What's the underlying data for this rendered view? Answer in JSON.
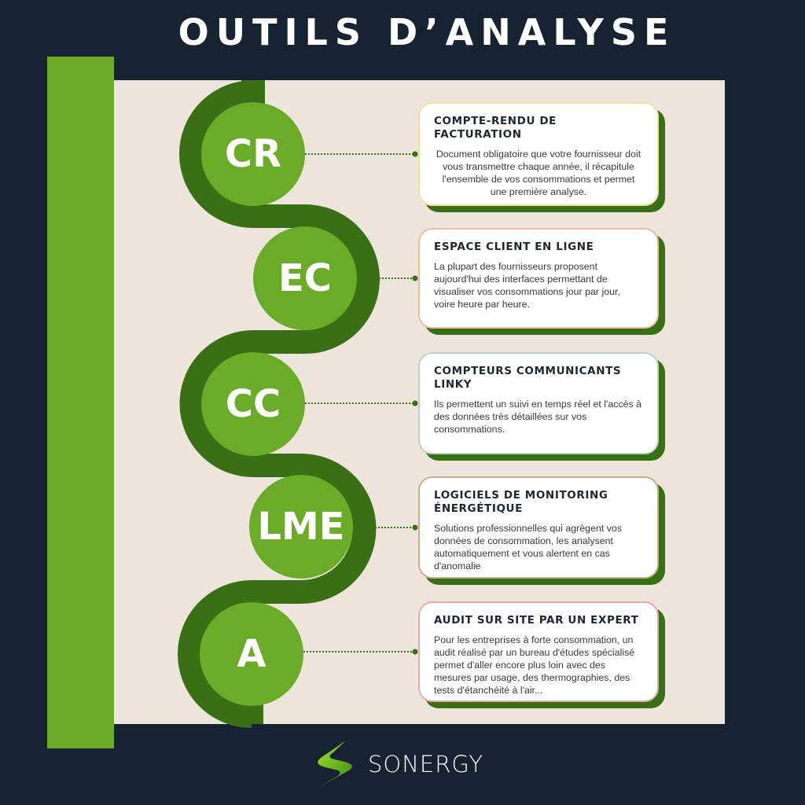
{
  "title": "OUTILS D’ANALYSE",
  "colors": {
    "background": "#172233",
    "accent": "#6aaa25",
    "dark_green": "#3a7015",
    "panel": "#ede5dc"
  },
  "items": [
    {
      "abbr": "CR",
      "heading": "COMPTE-RENDU DE FACTURATION",
      "text": "Document obligatoire que votre fournisseur doit vous transmettre chaque année, il récapitule l'ensemble de vos consommations et permet une première analyse.",
      "border": "#f1e1a0"
    },
    {
      "abbr": "EC",
      "heading": "ESPACE CLIENT EN LIGNE",
      "text": "La plupart des fournisseurs proposent aujourd'hui des interfaces permettant de visualiser vos consommations jour par jour, voire heure par heure.",
      "border": "#f0bb9c"
    },
    {
      "abbr": "CC",
      "heading": "COMPTEURS COMMUNICANTS LINKY",
      "text": "Ils permettent un suivi en temps réel et l'accès à des données très détaillées sur vos consommations.",
      "border": "#b9d4c6"
    },
    {
      "abbr": "LME",
      "heading": "LOGICIELS DE MONITORING ÉNERGÉTIQUE",
      "text": "Solutions professionnelles qui agrègent vos données de consommation, les analysent automatiquement et vous alertent en cas d'anomalie",
      "border": "#c9ae8e"
    },
    {
      "abbr": "A",
      "heading": "AUDIT SUR SITE PAR UN EXPERT",
      "text": "Pour les entreprises à forte consommation, un audit réalisé par un bureau d'études spécialisé permet d'aller encore plus loin avec des mesures par usage, des thermographies, des tests d'étanchéité à l'air...",
      "border": "#eaa9a6"
    }
  ],
  "footer": {
    "brand": "SONERGY",
    "logo_icon": "lightning-s-icon"
  }
}
